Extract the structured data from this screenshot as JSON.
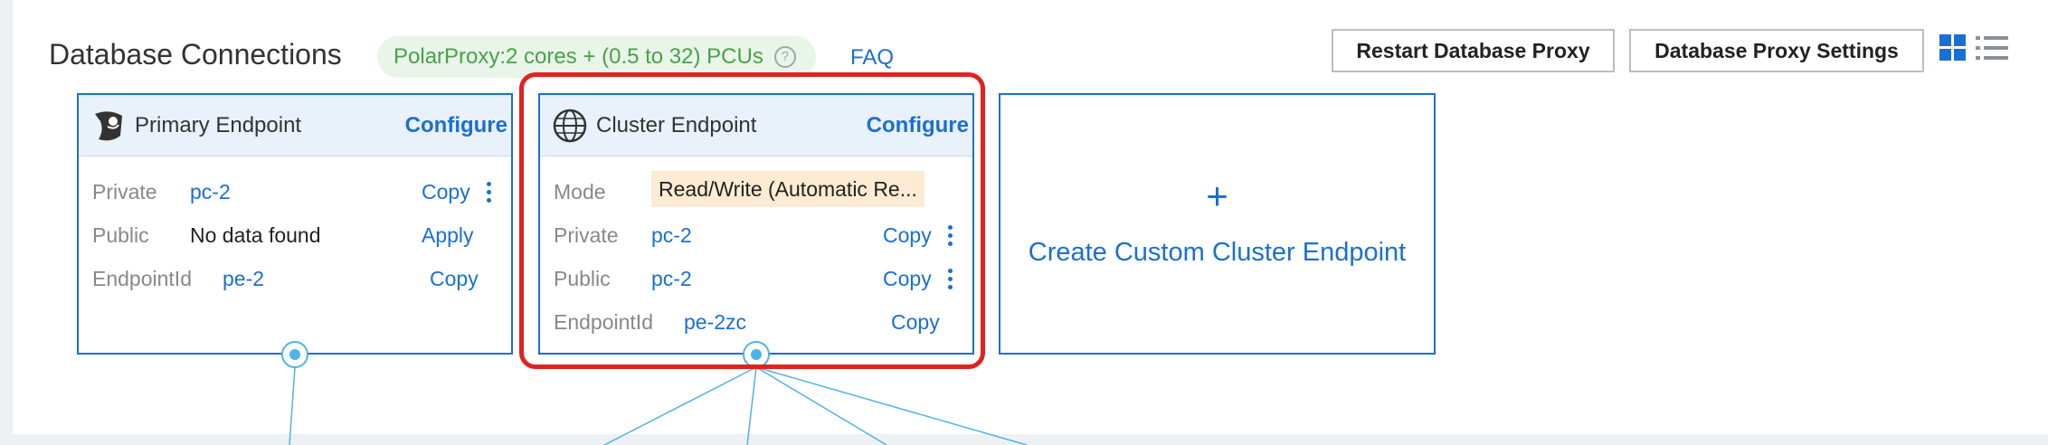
{
  "header": {
    "title": "Database Connections",
    "badge_text": "PolarProxy:2 cores + (0.5 to 32) PCUs",
    "help_icon": "?",
    "faq_label": "FAQ",
    "restart_label": "Restart Database Proxy",
    "settings_label": "Database Proxy Settings",
    "view_icons": [
      "grid-view-icon",
      "list-view-icon"
    ]
  },
  "primary": {
    "name": "Primary Endpoint",
    "configure_label": "Configure",
    "icon": "polardb-logo-icon",
    "rows": [
      {
        "label": "Private",
        "value": "pc-2",
        "action": "Copy"
      },
      {
        "label": "Public",
        "value": "No data found",
        "action": "Apply"
      },
      {
        "label": "EndpointId",
        "value": "pe-2",
        "action": "Copy"
      }
    ]
  },
  "cluster": {
    "name": "Cluster Endpoint",
    "configure_label": "Configure",
    "icon": "globe-icon",
    "mode_label": "Mode",
    "mode_value": "Read/Write (Automatic Re...",
    "rows": [
      {
        "label": "Private",
        "value": "pc-2",
        "action": "Copy"
      },
      {
        "label": "Public",
        "value": "pc-2",
        "action": "Copy"
      },
      {
        "label": "EndpointId",
        "value": "pe-2zc",
        "action": "Copy"
      }
    ]
  },
  "create": {
    "plus": "+",
    "label": "Create Custom Cluster Endpoint"
  },
  "colors": {
    "accent": "#1b6fd2",
    "badge_bg": "#e8f5e8",
    "badge_text": "#4aa14a",
    "highlight": "#e0231e",
    "mode_bg": "#fdecd3",
    "connector": "#4fb3e8"
  }
}
